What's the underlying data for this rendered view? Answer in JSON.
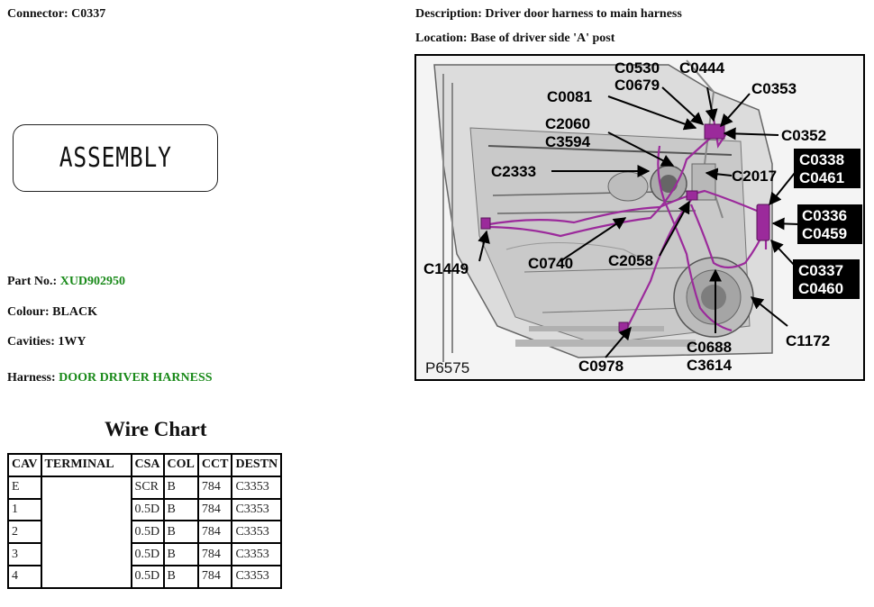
{
  "header": {
    "connector_label": "Connector:",
    "connector_value": "C0337",
    "description_label": "Description:",
    "description_value": "Driver door harness to main harness",
    "location_label": "Location:",
    "location_value": "Base of driver side 'A' post"
  },
  "assembly_image_text": "ASSEMBLY",
  "part_info": {
    "part_no_label": "Part No.:",
    "part_no_value": "XUD902950",
    "colour_label": "Colour:",
    "colour_value": "BLACK",
    "cavities_label": "Cavities:",
    "cavities_value": "1WY",
    "harness_label": "Harness:",
    "harness_value": "DOOR DRIVER HARNESS"
  },
  "wire_chart": {
    "title": "Wire Chart",
    "columns": [
      "CAV",
      "TERMINAL",
      "CSA",
      "COL",
      "CCT",
      "DESTN"
    ],
    "rows": [
      [
        "E",
        "",
        "SCR",
        "B",
        "784",
        "C3353"
      ],
      [
        "1",
        "",
        "0.5D",
        "B",
        "784",
        "C3353"
      ],
      [
        "2",
        "",
        "0.5D",
        "B",
        "784",
        "C3353"
      ],
      [
        "3",
        "",
        "0.5D",
        "B",
        "784",
        "C3353"
      ],
      [
        "4",
        "",
        "0.5D",
        "B",
        "784",
        "C3353"
      ]
    ]
  },
  "diagram": {
    "image_number": "P6575",
    "callouts": {
      "c0530": "C0530",
      "c0679": "C0679",
      "c0444": "C0444",
      "c0353": "C0353",
      "c0081": "C0081",
      "c2060": "C2060",
      "c3594": "C3594",
      "c0352": "C0352",
      "c2333": "C2333",
      "c2017": "C2017",
      "c0338": "C0338",
      "c0461": "C0461",
      "c0336": "C0336",
      "c0459": "C0459",
      "c1449": "C1449",
      "c0740": "C0740",
      "c2058": "C2058",
      "c0337": "C0337",
      "c0460": "C0460",
      "c1172": "C1172",
      "c0688": "C0688",
      "c3614": "C3614",
      "c0978": "C0978"
    },
    "colors": {
      "harness": "#9b2a9b",
      "label_box": "#000000",
      "panel": "#d9d9d9"
    }
  }
}
